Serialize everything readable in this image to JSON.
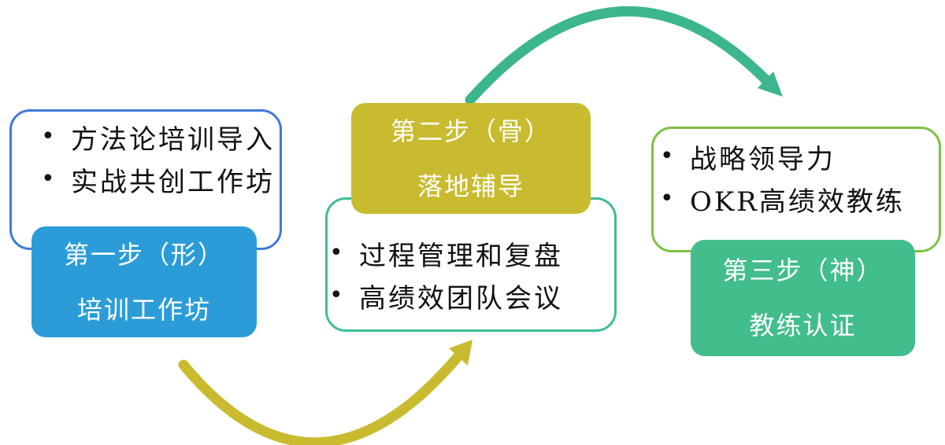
{
  "diagram_title": "OKR three-step implementation process",
  "colors": {
    "blue_fill": "#2B9CD8",
    "blue_border": "#3F79D8",
    "yellow_fill": "#C9BB2F",
    "teal_border": "#3EBD92",
    "green_fill": "#42BD8C",
    "green_border": "#7CC142",
    "green_arrow": "#3CB68C",
    "yellow_arrow": "#C9BB2F",
    "text_dark": "#111111",
    "text_light": "#FFFFFF"
  },
  "bullet_glyph": "•",
  "steps": [
    {
      "label_line1": "第一步（形）",
      "label_line2": "培训工作坊",
      "bullets": [
        "方法论培训导入",
        "实战共创工作坊"
      ]
    },
    {
      "label_line1": "第二步（骨）",
      "label_line2": "落地辅导",
      "bullets": [
        "过程管理和复盘",
        "高绩效团队会议"
      ]
    },
    {
      "label_line1": "第三步（神）",
      "label_line2": "教练认证",
      "bullets": [
        "战略领导力",
        "OKR高绩效教练"
      ]
    }
  ],
  "arrows": [
    {
      "name": "yellow-curved-arrow",
      "from": "step1",
      "to": "step2",
      "direction": "bottom arc, left to right, pointing up-right"
    },
    {
      "name": "green-curved-arrow",
      "from": "step2",
      "to": "step3",
      "direction": "top arc, left to right, pointing down-right"
    }
  ]
}
